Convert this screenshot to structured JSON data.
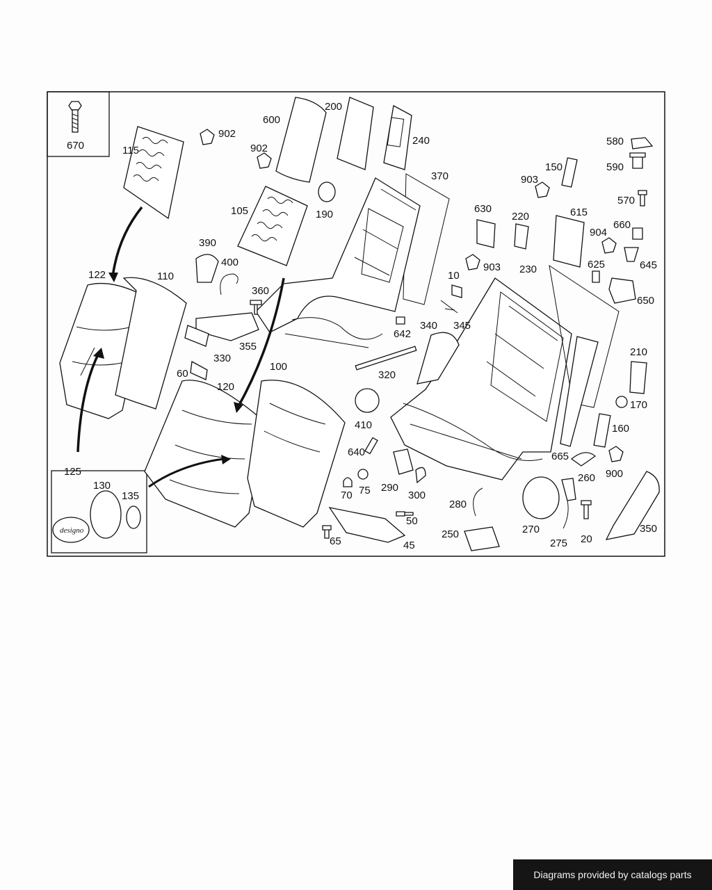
{
  "callouts": [
    "670",
    "115",
    "902",
    "600",
    "200",
    "240",
    "902",
    "105",
    "370",
    "190",
    "580",
    "590",
    "150",
    "903",
    "570",
    "630",
    "220",
    "615",
    "904",
    "660",
    "390",
    "400",
    "903",
    "625",
    "645",
    "122",
    "110",
    "360",
    "10",
    "230",
    "650",
    "355",
    "642",
    "340",
    "345",
    "330",
    "320",
    "210",
    "60",
    "100",
    "120",
    "170",
    "410",
    "160",
    "640",
    "665",
    "900",
    "260",
    "125",
    "130",
    "135",
    "75",
    "290",
    "300",
    "70",
    "280",
    "50",
    "270",
    "350",
    "250",
    "65",
    "45",
    "275",
    "20"
  ],
  "footer": {
    "credit": "Diagrams provided by catalogs parts"
  }
}
